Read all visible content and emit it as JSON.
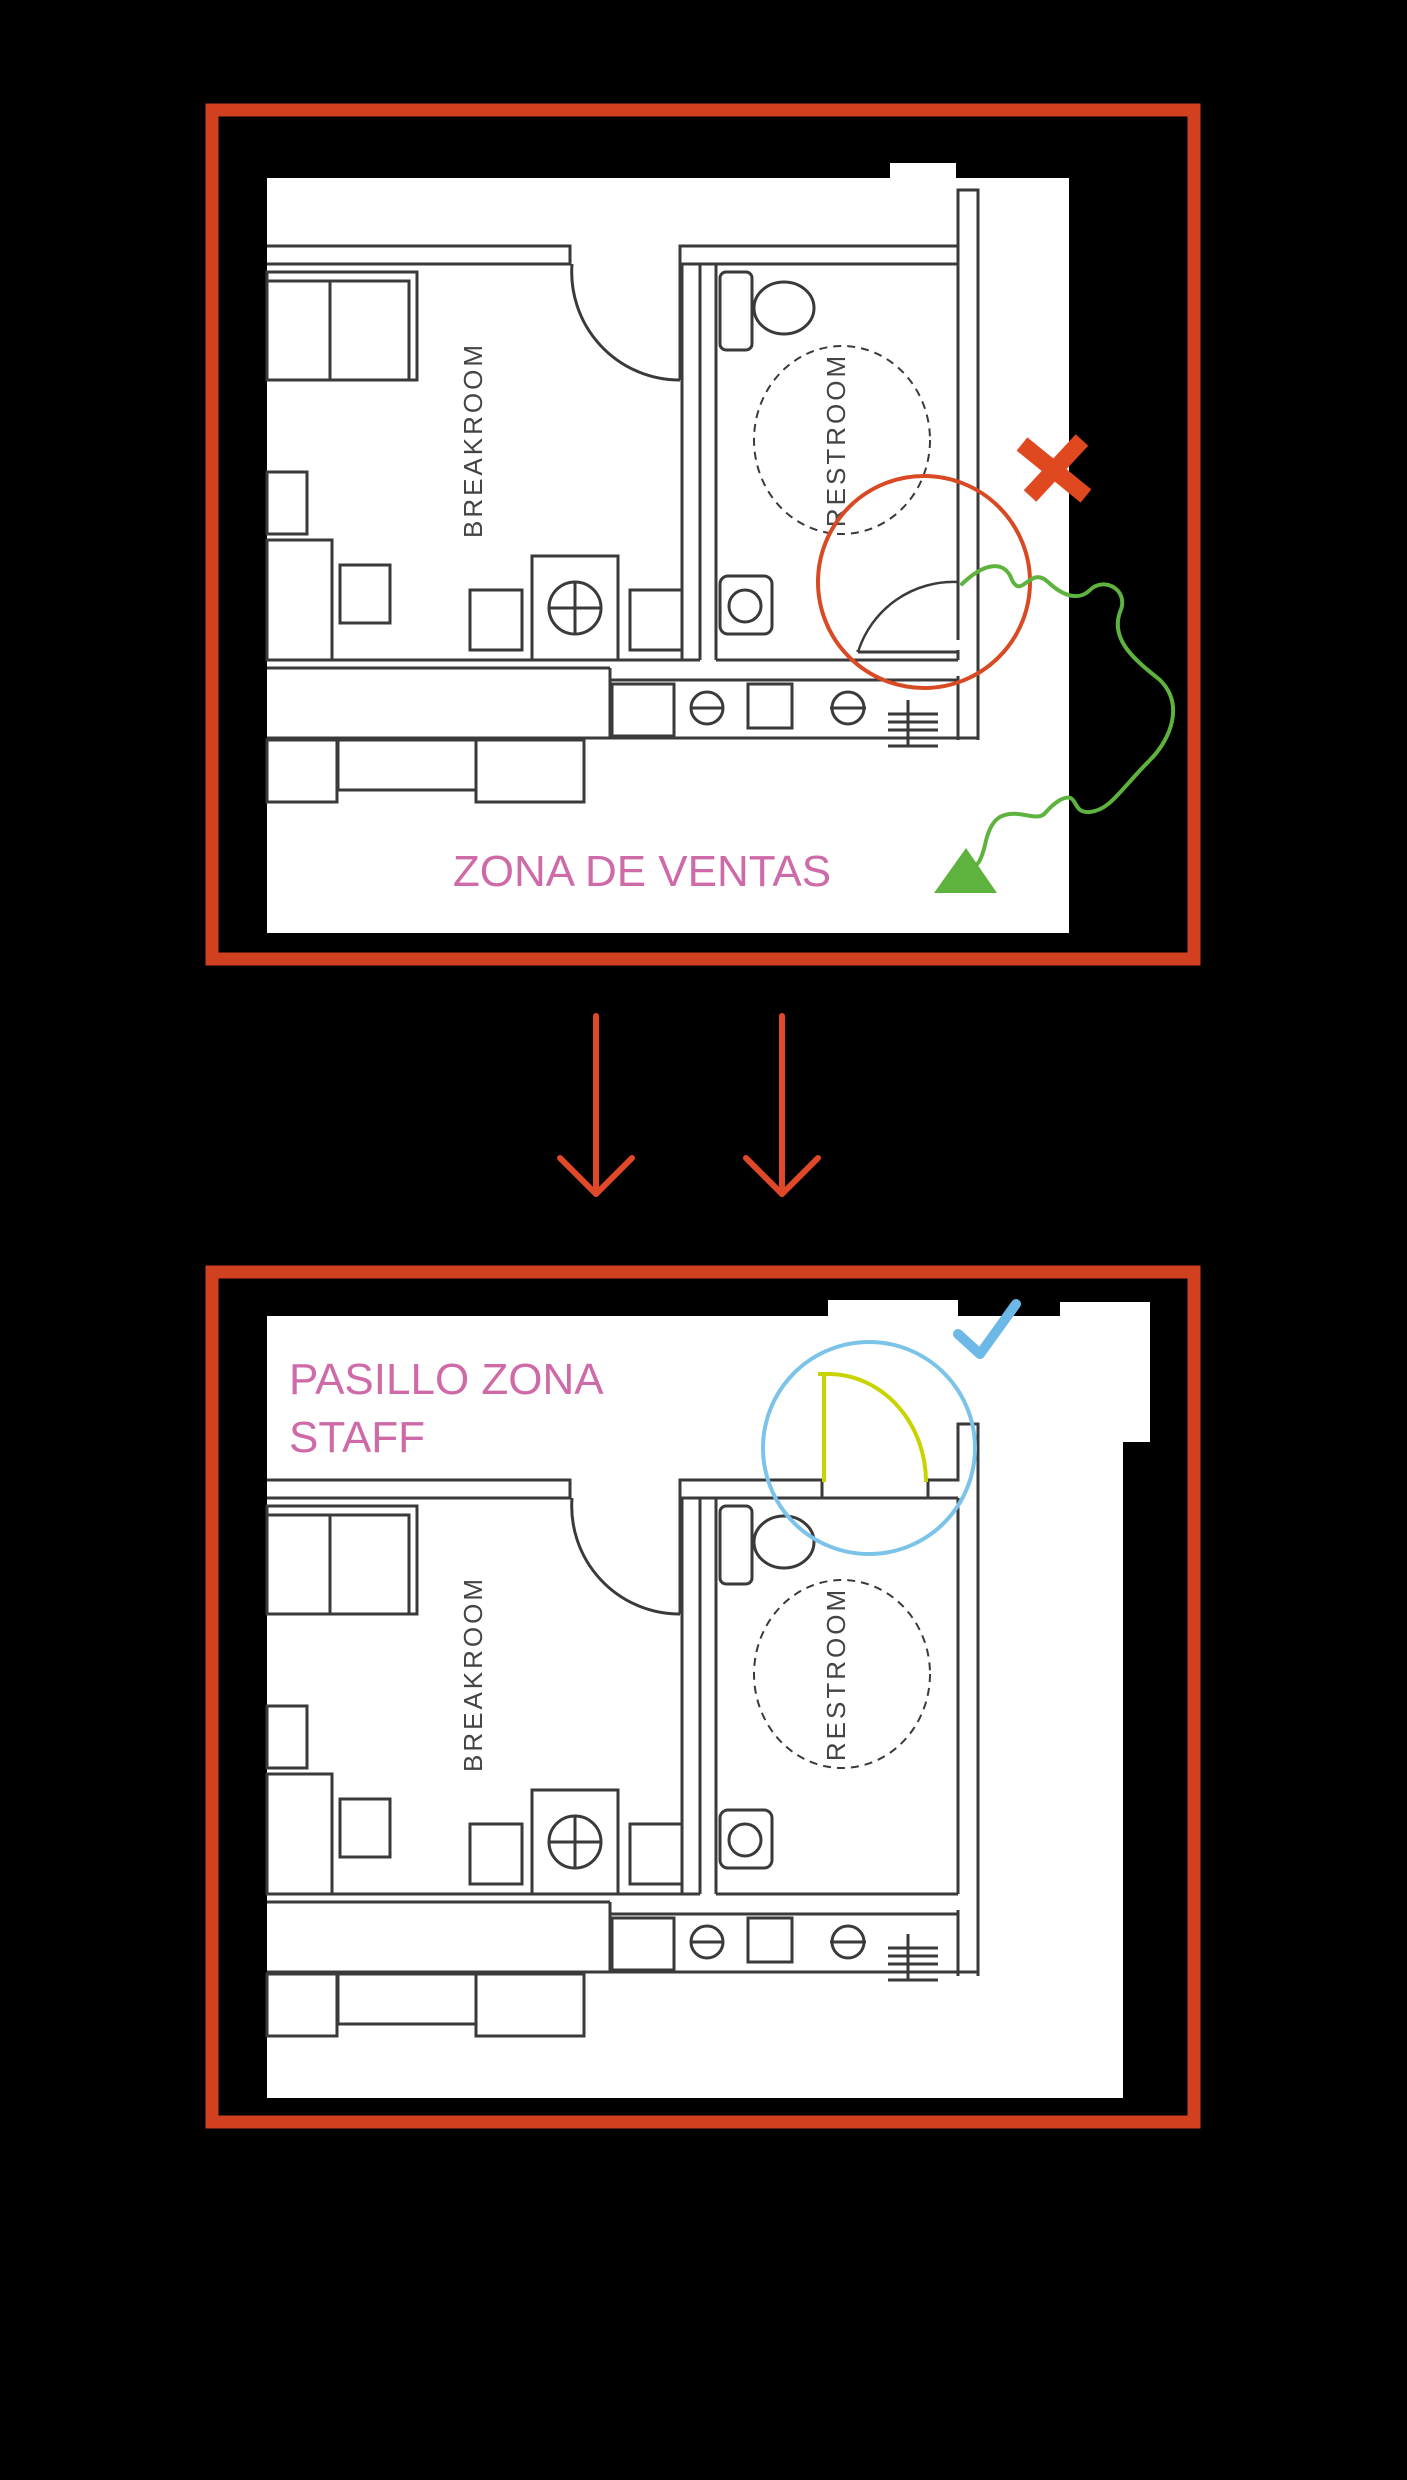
{
  "diagram": {
    "panels": [
      {
        "id": "before",
        "rooms": {
          "breakroom": "BREAKROOM",
          "restroom": "RESTROOM"
        },
        "zone_label_lines": [
          "ZONA DE VENTAS"
        ],
        "marker": "cross-icon"
      },
      {
        "id": "after",
        "rooms": {
          "breakroom": "BREAKROOM",
          "restroom": "RESTROOM"
        },
        "zone_label_lines": [
          "PASILLO ZONA",
          "STAFF"
        ],
        "marker": "check-icon"
      }
    ],
    "colors": {
      "background": "#000000",
      "frame": "#d2411f",
      "arrow": "#e0482a",
      "cross": "#e0481f",
      "label": "#cf6aa8",
      "walls": "#3a3a3a",
      "path": "#5db33d",
      "triangle": "#5db33d",
      "before_circle": "#d84a24",
      "after_circle": "#7cc3ea",
      "check": "#6cb9e8",
      "new_door": "#c8d400"
    }
  }
}
